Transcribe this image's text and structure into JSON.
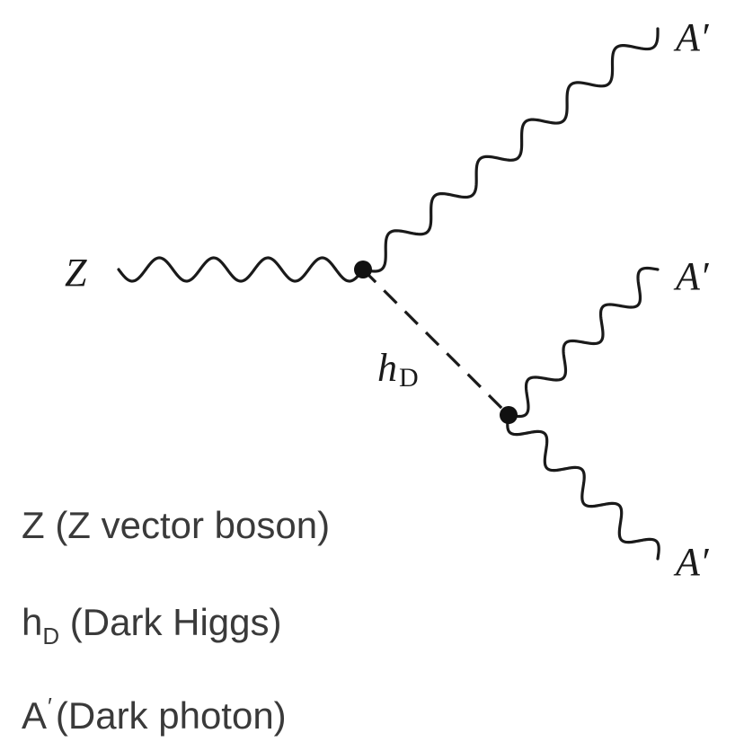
{
  "diagram": {
    "label_z": "Z",
    "label_hd_main": "h",
    "label_hd_sub": "D",
    "label_a_top": "A′",
    "label_a_mid": "A′",
    "label_a_bottom": "A′"
  },
  "legend": {
    "z": {
      "symbol": "Z",
      "text": " (Z vector boson)"
    },
    "hd": {
      "symbol": "h",
      "subscript": "D",
      "text": " (Dark Higgs)"
    },
    "a": {
      "symbol": "A",
      "superscript": "′",
      "text": "(Dark photon)"
    }
  }
}
